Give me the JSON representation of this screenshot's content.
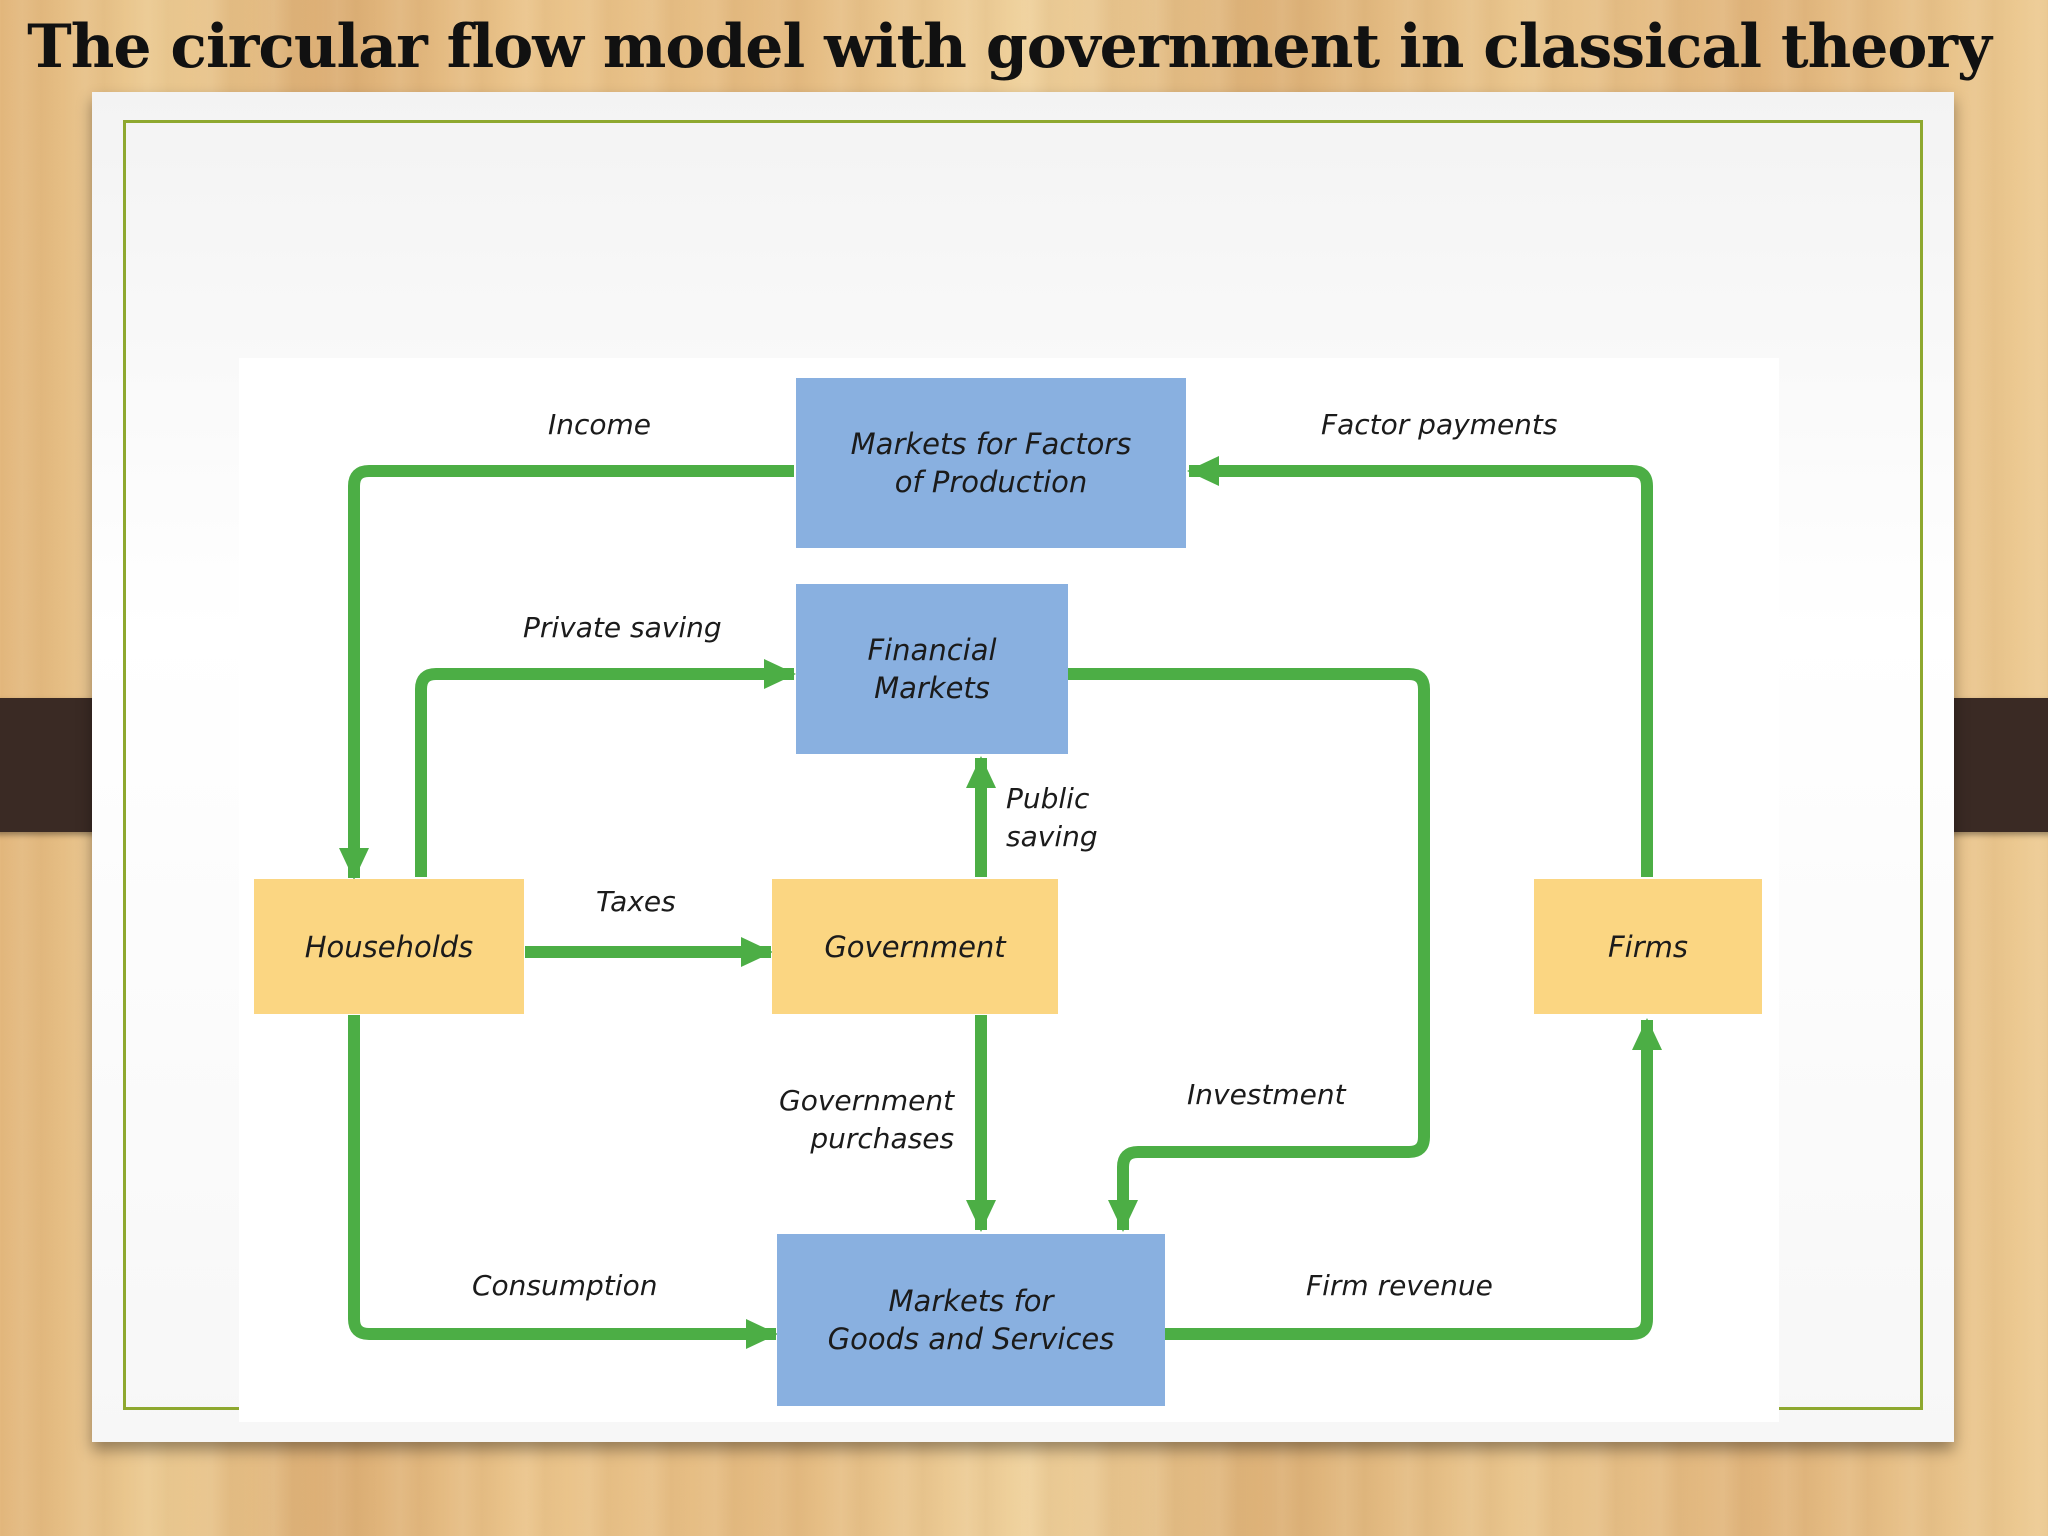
{
  "title": "The circular flow model with government in classical theory",
  "colors": {
    "flow_arrow": "#4cae45",
    "market_box": "#89b0e0",
    "agent_box": "#fbd682",
    "frame_border": "#8ea82f"
  },
  "diagram": {
    "nodes": {
      "factor_markets": {
        "line1": "Markets for Factors",
        "line2": "of Production"
      },
      "financial_markets": {
        "line1": "Financial",
        "line2": "Markets"
      },
      "households": {
        "label": "Households"
      },
      "government": {
        "label": "Government"
      },
      "firms": {
        "label": "Firms"
      },
      "goods_markets": {
        "line1": "Markets for",
        "line2": "Goods and Services"
      }
    },
    "flows": {
      "income": "Income",
      "factor_payments": "Factor payments",
      "private_saving": "Private saving",
      "public_saving_line1": "Public",
      "public_saving_line2": "saving",
      "taxes": "Taxes",
      "government_purchases_line1": "Government",
      "government_purchases_line2": "purchases",
      "investment": "Investment",
      "consumption": "Consumption",
      "firm_revenue": "Firm revenue"
    }
  }
}
